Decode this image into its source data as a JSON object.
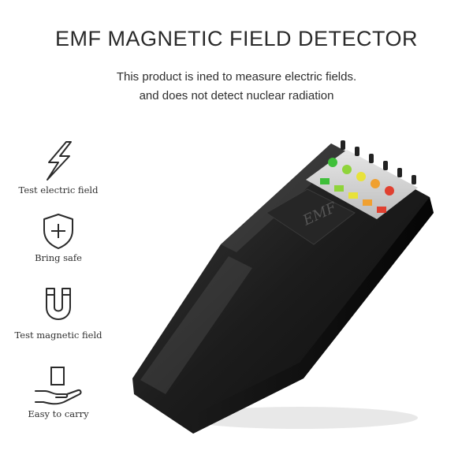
{
  "header": {
    "title": "EMF MAGNETIC FIELD DETECTOR",
    "subtitle_line1": "This product is ined to measure electric fields.",
    "subtitle_line2": "and does not detect nuclear radiation"
  },
  "features": [
    {
      "label": "Test electric field",
      "icon": "lightning-icon"
    },
    {
      "label": "Bring safe",
      "icon": "shield-plus-icon"
    },
    {
      "label": "Test magnetic field",
      "icon": "magnet-icon"
    },
    {
      "label": "Easy to carry",
      "icon": "hand-holding-card-icon"
    }
  ],
  "device": {
    "logo_text": "EMF",
    "led_colors": [
      "#3fbf3a",
      "#8fd43a",
      "#e8e23a",
      "#f0a030",
      "#e04030"
    ]
  }
}
